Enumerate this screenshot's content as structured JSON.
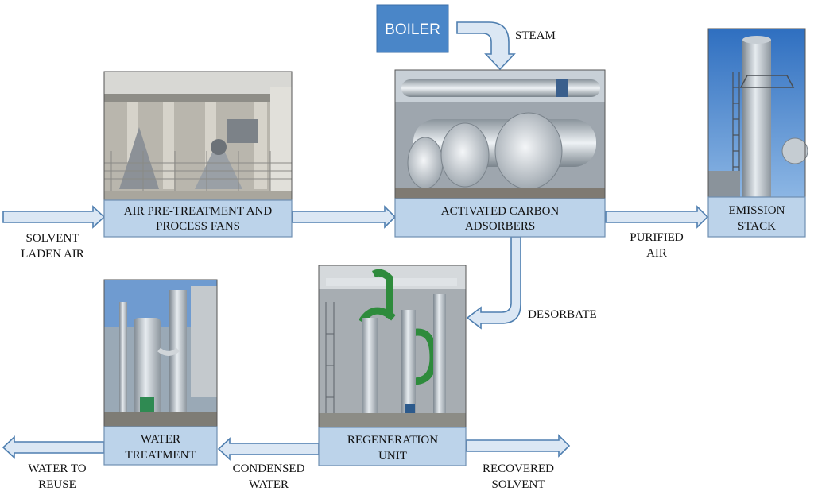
{
  "boiler": {
    "label": "BOILER",
    "color": "#4a86c8"
  },
  "steam_label": "STEAM",
  "boxes": {
    "pretreatment": {
      "line1": "AIR PRE-TREATMENT AND",
      "line2": "PROCESS FANS"
    },
    "adsorbers": {
      "line1": "ACTIVATED CARBON",
      "line2": "ADSORBERS"
    },
    "stack": {
      "line1": "EMISSION",
      "line2": "STACK"
    },
    "regeneration": {
      "line1": "REGENERATION",
      "line2": "UNIT"
    },
    "water": {
      "line1": "WATER",
      "line2": "TREATMENT"
    }
  },
  "flow_labels": {
    "solvent_laden_air": {
      "line1": "SOLVENT",
      "line2": "LADEN AIR"
    },
    "purified_air": {
      "line1": "PURIFIED",
      "line2": "AIR"
    },
    "desorbate": "DESORBATE",
    "condensed_water": {
      "line1": "CONDENSED",
      "line2": "WATER"
    },
    "water_to_reuse": {
      "line1": "WATER TO",
      "line2": "REUSE"
    },
    "recovered_solvent": {
      "line1": "RECOVERED",
      "line2": "SOLVENT"
    }
  },
  "colors": {
    "box_fill": "#bcd3ea",
    "arrow_fill": "#dbe7f4",
    "arrow_stroke": "#4f7fb0"
  }
}
